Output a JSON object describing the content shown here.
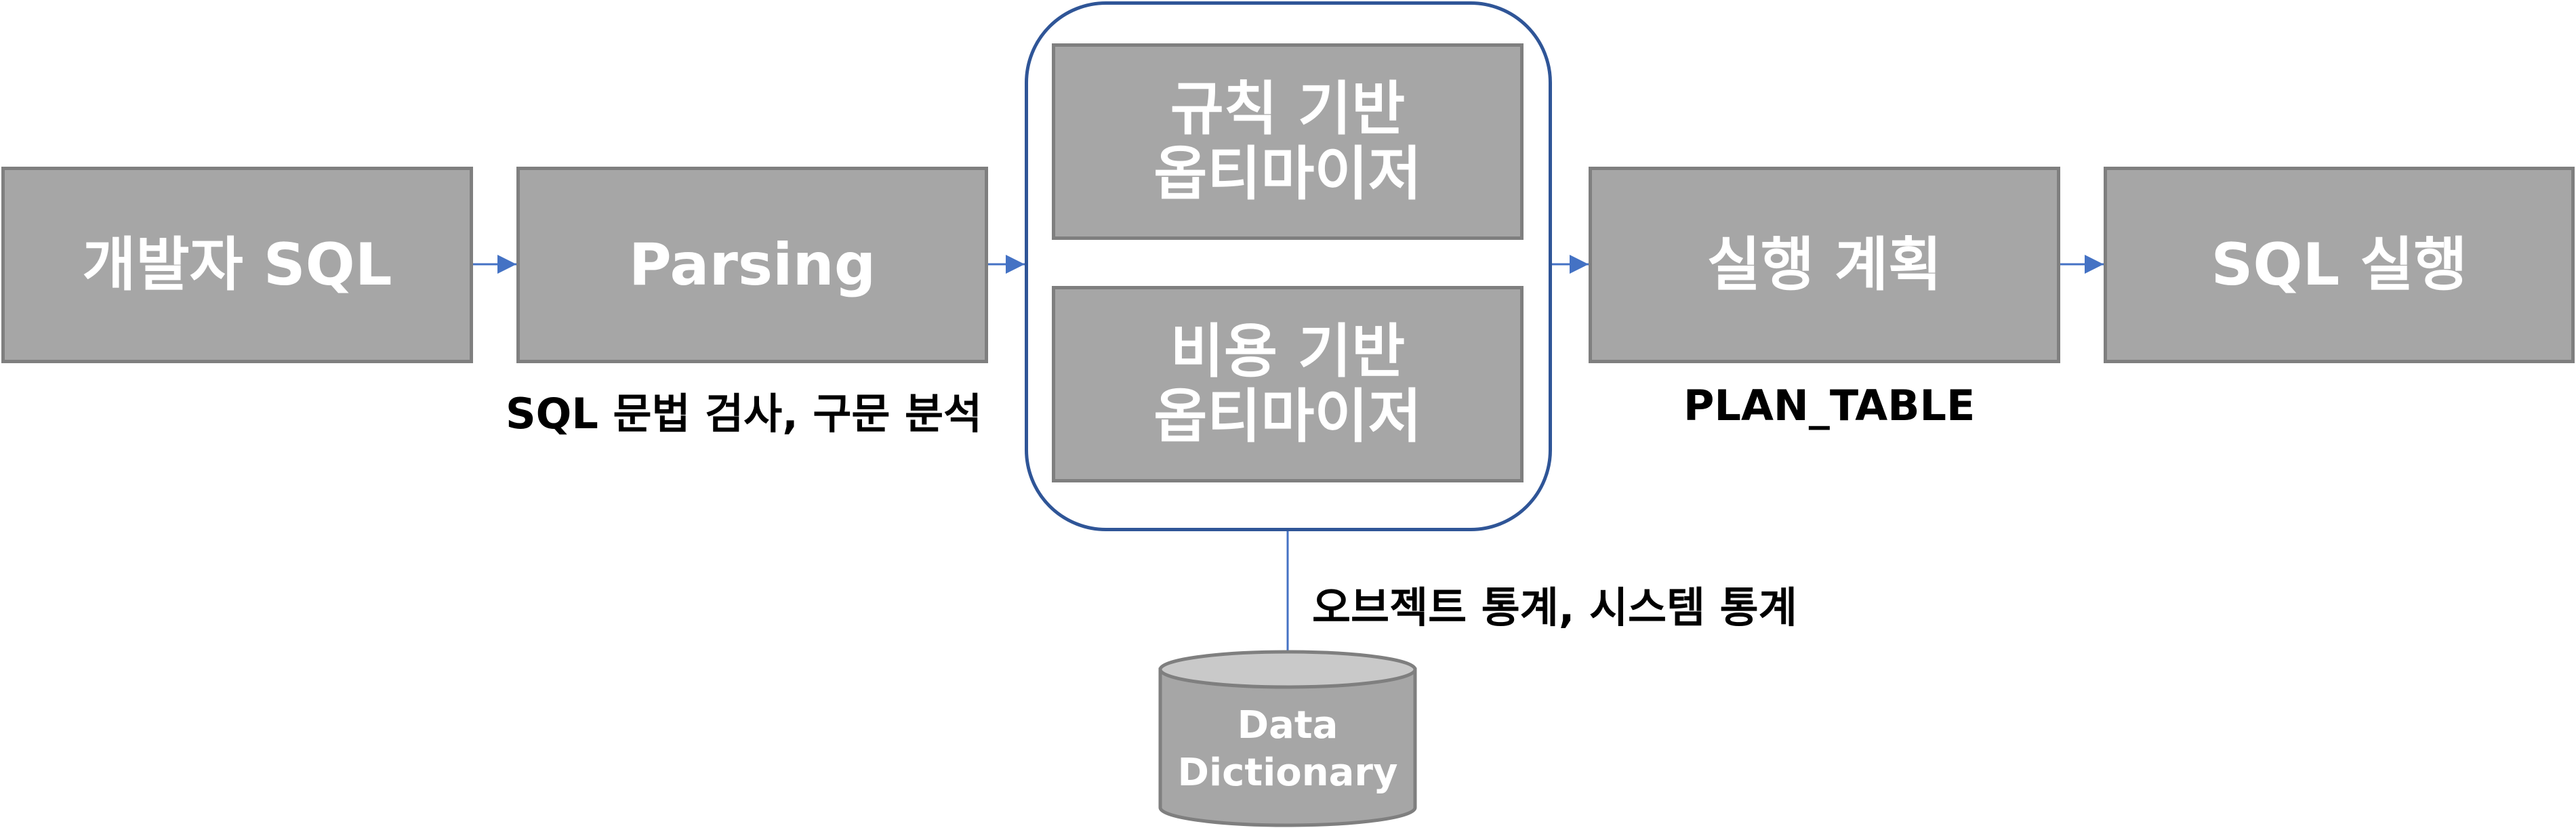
{
  "nodes": {
    "developer_sql": "개발자 SQL",
    "parsing": "Parsing",
    "rule_based_optimizer": "규칙 기반\n옵티마이저",
    "cost_based_optimizer": "비용 기반\n옵티마이저",
    "execution_plan": "실행 계획",
    "sql_execution": "SQL 실행",
    "data_dictionary": "Data\nDictionary"
  },
  "captions": {
    "parsing_note": "SQL 문법 검사, 구문 분석",
    "plan_note": "PLAN_TABLE",
    "statistics_note": "오브젝트 통계, 시스템 통계"
  },
  "colors": {
    "box_fill": "#a6a6a6",
    "box_border": "#7f7f7f",
    "group_border": "#2f5597",
    "arrow": "#4472c4",
    "cylinder_fill": "#a6a6a6",
    "cylinder_top": "#c9c9c9"
  }
}
